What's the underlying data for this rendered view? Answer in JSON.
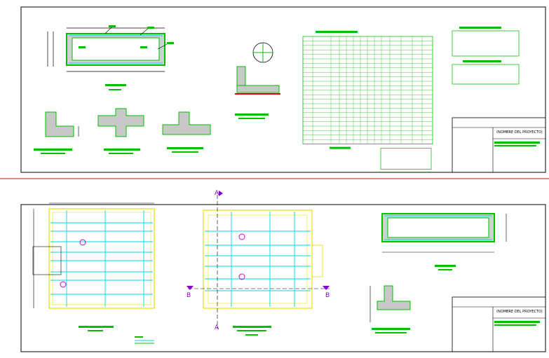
{
  "colors": {
    "background": "#ffffff",
    "frame": "#000000",
    "separator": "#e00000",
    "rebar_green": "#00c000",
    "rebar_cyan": "#00d8e8",
    "concrete_fill": "#c8c8c8",
    "yellow": "#e8e000",
    "magenta": "#d000d0",
    "table_green": "#10c010",
    "section_marker": "#8800cc"
  },
  "sheet1": {
    "title_block": {
      "project_name": "(NOMBRE DEL PROYECTO)"
    }
  },
  "sheet2": {
    "section_a_top": "A",
    "section_a_bottom": "A",
    "section_b_left": "B",
    "section_b_right": "B",
    "title_block": {
      "project_name": "(NOMBRE DEL PROYECTO)"
    }
  }
}
